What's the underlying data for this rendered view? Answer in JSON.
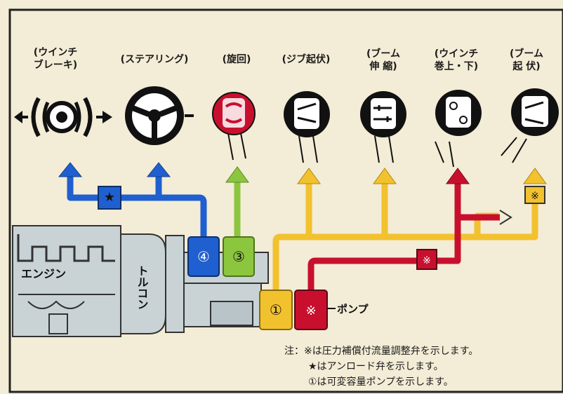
{
  "controls": [
    {
      "id": "winch-brake",
      "label": "(ウインチ\nブレーキ)"
    },
    {
      "id": "steering",
      "label": "(ステアリング)"
    },
    {
      "id": "swing",
      "label": "(旋回)"
    },
    {
      "id": "jib-luff",
      "label": "(ジブ起伏)"
    },
    {
      "id": "boom-telescope",
      "label": "(ブーム\n伸 縮)"
    },
    {
      "id": "winch-hoist",
      "label": "(ウインチ\n巻上・下)"
    },
    {
      "id": "boom-luff",
      "label": "(ブーム\n起 伏)"
    }
  ],
  "components": {
    "engine": "エンジン",
    "torque_converter": "トルコン",
    "pump": "ポンプ"
  },
  "pumps": [
    "④",
    "③",
    "①",
    "※"
  ],
  "valve_symbols": {
    "unload": "★",
    "flow": "※"
  },
  "notes": [
    "注：※は圧力補償付流量調整弁を示します。",
    "★はアンロード弁を示します。",
    "①は可変容量ポンプを示します。"
  ],
  "colors": {
    "blue": "#1f5fcf",
    "green": "#8cc63f",
    "yellow": "#f2c12e",
    "red": "#c8102e",
    "machine": "#c9d3d6"
  }
}
